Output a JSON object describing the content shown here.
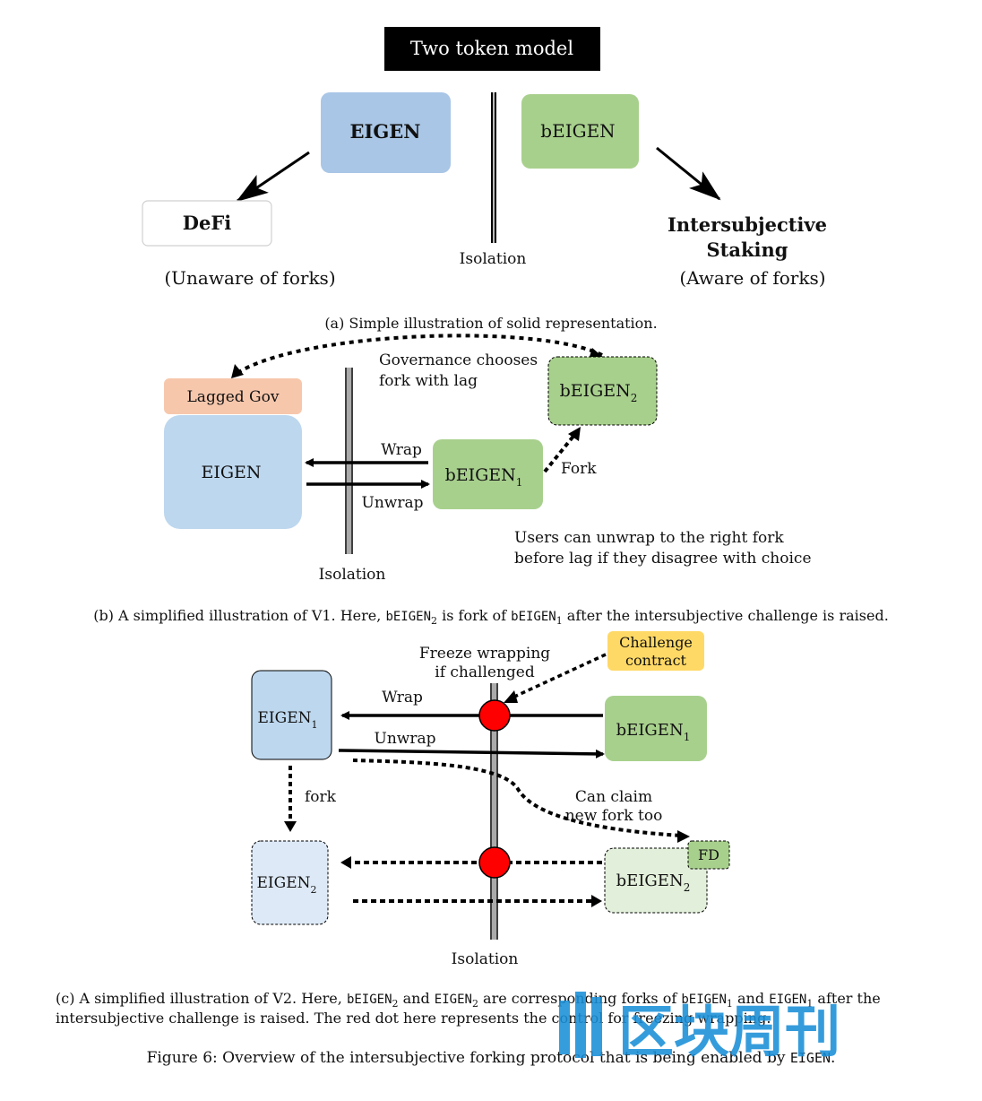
{
  "title": "Two token model",
  "colors": {
    "eigen_blue": "#a9c6e6",
    "eigen_light": "#dde9f6",
    "beigen_green": "#a8d08d",
    "beigen_light": "#e2efda",
    "lagged_gov": "#f7c7ac",
    "challenge": "#ffd966",
    "red_dot": "#ff0000",
    "watermark": "#1a8fd8"
  },
  "panel_a": {
    "eigen": "EIGEN",
    "beigen": "bEIGEN",
    "defi": "DeFi",
    "defi_note": "(Unaware of forks)",
    "isolation": "Isolation",
    "staking_line1": "Intersubjective",
    "staking_line2": "Staking",
    "staking_note": "(Aware of forks)",
    "caption": "(a) Simple illustration of solid representation."
  },
  "panel_b": {
    "lagged_gov": "Lagged Gov",
    "eigen": "EIGEN",
    "beigen": "bEIGEN",
    "sub1": "1",
    "sub2": "2",
    "governance_line1": "Governance chooses",
    "governance_line2": "fork with lag",
    "wrap": "Wrap",
    "unwrap": "Unwrap",
    "fork": "Fork",
    "isolation": "Isolation",
    "users_line1": "Users can unwrap to the right fork",
    "users_line2": "before lag if they disagree with choice",
    "caption_part1": "(b) A simplified illustration of V1. Here, ",
    "caption_code1": "bEIGEN",
    "caption_part2": " is fork of ",
    "caption_code2": "bEIGEN",
    "caption_part3": " after the intersubjective challenge is raised."
  },
  "panel_c": {
    "eigen": "EIGEN",
    "beigen": "bEIGEN",
    "sub1": "1",
    "sub2": "2",
    "freeze_line1": "Freeze wrapping",
    "freeze_line2": "if challenged",
    "challenge_line1": "Challenge",
    "challenge_line2": "contract",
    "wrap": "Wrap",
    "unwrap": "Unwrap",
    "fork": "fork",
    "claim_line1": "Can claim",
    "claim_line2": "new fork too",
    "fd": "FD",
    "isolation": "Isolation",
    "caption_line1_a": "(c) A simplified illustration of V2.  Here, ",
    "caption_line1_code1": "bEIGEN",
    "caption_line1_b": " and ",
    "caption_line1_code2": "EIGEN",
    "caption_line1_c": " are corresponding forks of ",
    "caption_line1_code3": "bEIGEN",
    "caption_line1_d": " and ",
    "caption_line1_code4": "EIGEN",
    "caption_line1_e": " after the",
    "caption_line2": "intersubjective challenge is raised.  The red dot here represents the control for freezing wrapping."
  },
  "figure_caption_a": "Figure 6: Overview of the intersubjective forking protocol that is being enabled by ",
  "figure_caption_code": "EIGEN",
  "figure_caption_b": ".",
  "watermark": "区块周刊"
}
